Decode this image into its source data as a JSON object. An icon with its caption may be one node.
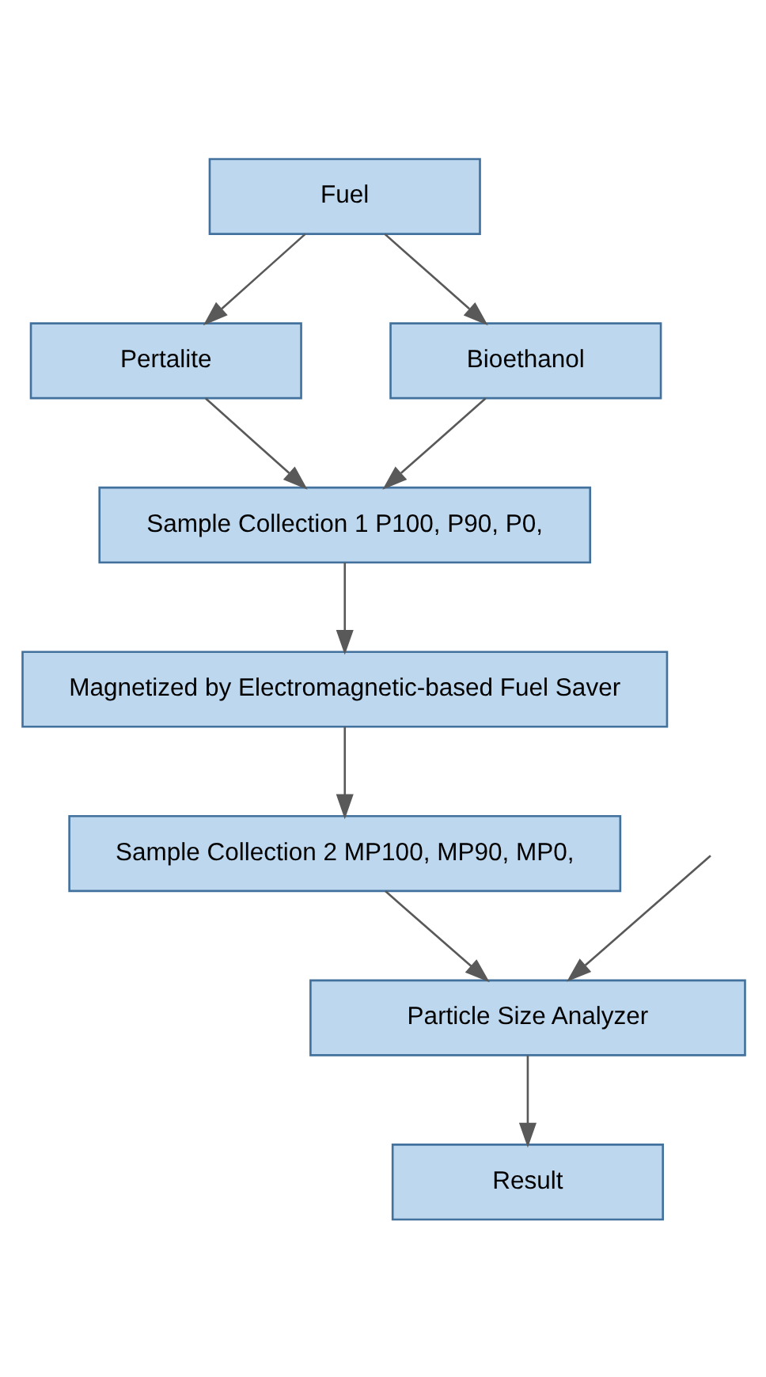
{
  "diagram": {
    "nodes": [
      {
        "text": [
          "Fuel"
        ]
      },
      {
        "text": [
          "Pertalite"
        ]
      },
      {
        "text": [
          "Bioethanol"
        ]
      },
      {
        "text": [
          "Sample Collection 1 P100, P90, P0,"
        ]
      },
      {
        "text": [
          "Magnetized by Electromagnetic-based Fuel Saver"
        ]
      },
      {
        "text": [
          "Sample Collection 2 MP100, MP90, MP0,"
        ]
      },
      {
        "text": [
          "Particle Size Analyzer"
        ]
      },
      {
        "text": [
          "Result"
        ]
      }
    ],
    "edges": [
      {
        "from": 0,
        "to": 1,
        "arrow": "to"
      },
      {
        "from": 0,
        "to": 2,
        "arrow": "to"
      },
      {
        "from": 1,
        "to": 3,
        "arrow": "to"
      },
      {
        "from": 2,
        "to": 3,
        "arrow": "to"
      },
      {
        "from": 3,
        "to": 4,
        "arrow": "to"
      },
      {
        "from": 4,
        "to": 5,
        "arrow": "to"
      },
      {
        "from": null,
        "to": 6,
        "arrow": "to"
      },
      {
        "from": 5,
        "to": 6,
        "arrow": "to"
      },
      {
        "from": 6,
        "to": 7,
        "arrow": "to"
      }
    ]
  }
}
